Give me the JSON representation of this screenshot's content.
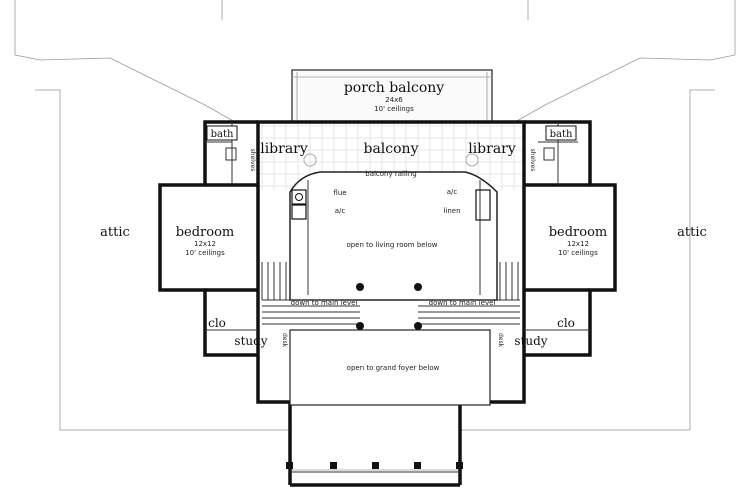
{
  "rooms": {
    "porch_balcony": {
      "name": "porch balcony",
      "size": "24x6",
      "ceiling": "10' ceilings"
    },
    "balcony": {
      "name": "balcony"
    },
    "library_left": {
      "name": "library"
    },
    "library_right": {
      "name": "library"
    },
    "bath_left": {
      "name": "bath"
    },
    "bath_right": {
      "name": "bath"
    },
    "bedroom_left": {
      "name": "bedroom",
      "size": "12x12",
      "ceiling": "10' ceilings"
    },
    "bedroom_right": {
      "name": "bedroom",
      "size": "12x12",
      "ceiling": "10' ceilings"
    },
    "attic_left": {
      "name": "attic"
    },
    "attic_right": {
      "name": "attic"
    },
    "clo_left": {
      "name": "clo"
    },
    "clo_right": {
      "name": "clo"
    },
    "study_left": {
      "name": "study"
    },
    "study_right": {
      "name": "study"
    }
  },
  "notes": {
    "balcony_railing": "balcony railing",
    "open_living": "open to living room below",
    "open_foyer": "open to grand foyer below",
    "down_main_left": "down to main level",
    "down_main_right": "down to main level",
    "flue": "flue",
    "ac_left": "a/c",
    "ac_right": "a/c",
    "linen": "linen",
    "shelves_left": "shelves",
    "shelves_right": "shelves",
    "desk_left": "desk",
    "desk_right": "desk"
  }
}
